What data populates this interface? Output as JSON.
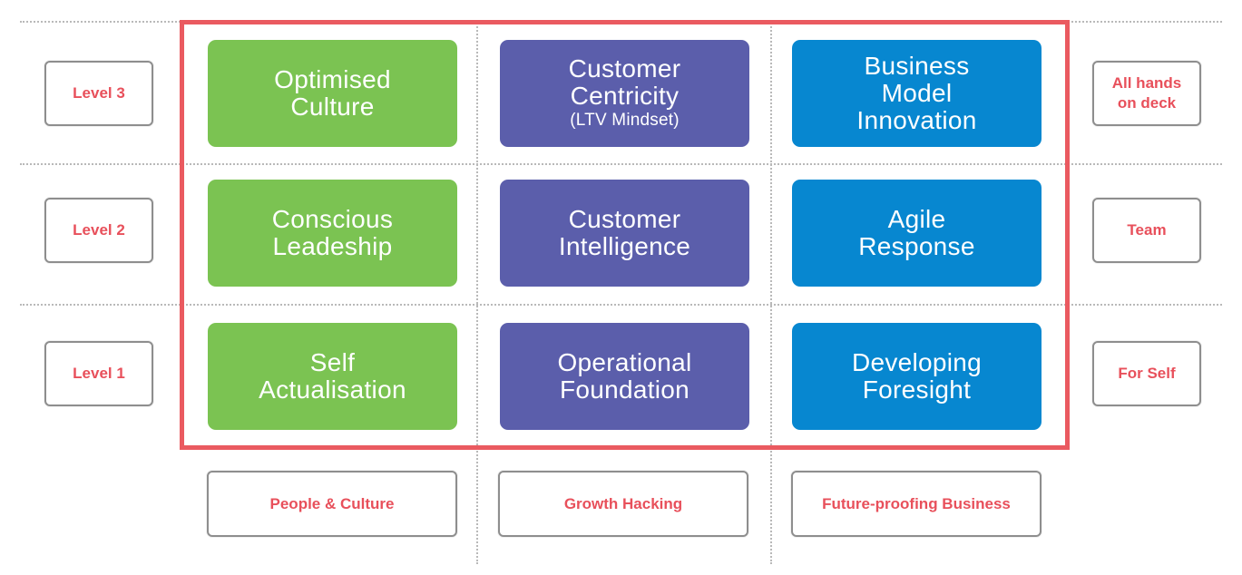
{
  "levels": [
    "Level 3",
    "Level 2",
    "Level 1"
  ],
  "audiences": [
    "All hands\non deck",
    "Team",
    "For Self"
  ],
  "pillars": [
    "People & Culture",
    "Growth Hacking",
    "Future-proofing Business"
  ],
  "grid": [
    [
      {
        "line1": "Optimised",
        "line2": "Culture",
        "line3": ""
      },
      {
        "line1": "Customer",
        "line2": "Centricity",
        "line3": "(LTV Mindset)"
      },
      {
        "line1": "Business",
        "line2": "Model",
        "line3": "Innovation"
      }
    ],
    [
      {
        "line1": "Conscious",
        "line2": "Leadeship",
        "line3": ""
      },
      {
        "line1": "Customer",
        "line2": "Intelligence",
        "line3": ""
      },
      {
        "line1": "Agile",
        "line2": "Response",
        "line3": ""
      }
    ],
    [
      {
        "line1": "Self",
        "line2": "Actualisation",
        "line3": ""
      },
      {
        "line1": "Operational",
        "line2": "Foundation",
        "line3": ""
      },
      {
        "line1": "Developing",
        "line2": "Foresight",
        "line3": ""
      }
    ]
  ],
  "colors": {
    "people": "#7bc352",
    "growth": "#5b5eab",
    "future": "#0787d0",
    "accent": "#ea5a60",
    "label_text": "#e8505b"
  }
}
